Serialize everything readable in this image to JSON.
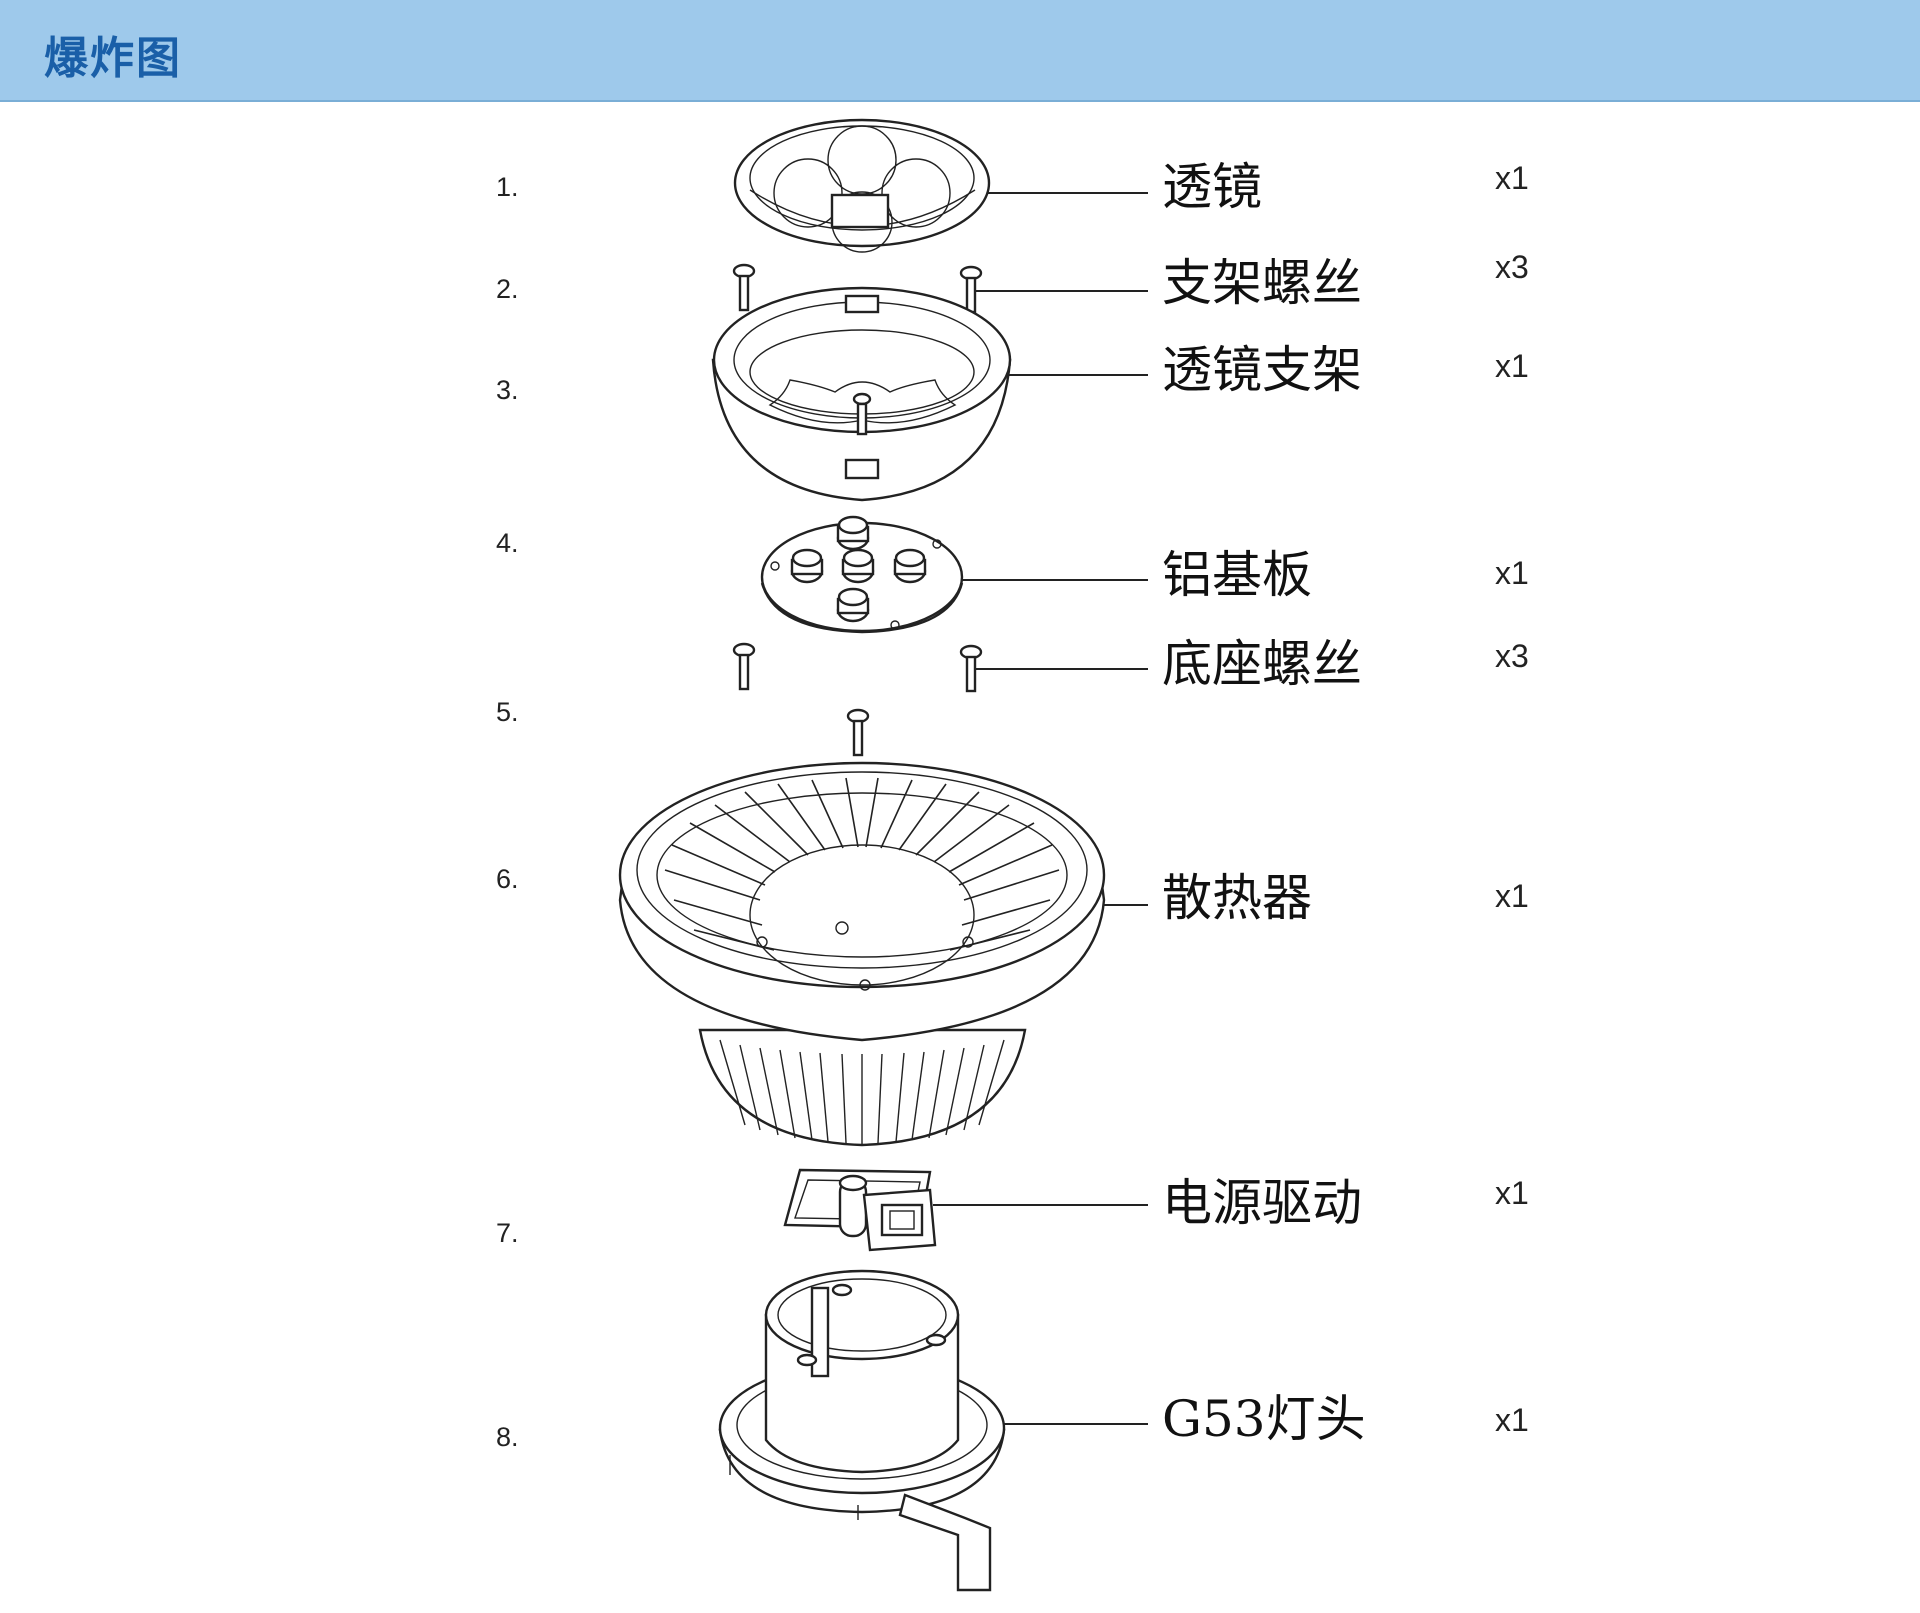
{
  "header": {
    "title": "爆炸图"
  },
  "parts": [
    {
      "num": "1.",
      "name": "透镜",
      "qty": "x1"
    },
    {
      "num": "2.",
      "name": "支架螺丝",
      "qty": "x3"
    },
    {
      "num": "3.",
      "name": "透镜支架",
      "qty": "x1"
    },
    {
      "num": "4.",
      "name": "铝基板",
      "qty": "x1"
    },
    {
      "num": "5.",
      "name": "底座螺丝",
      "qty": "x3"
    },
    {
      "num": "6.",
      "name": "散热器",
      "qty": "x1"
    },
    {
      "num": "7.",
      "name": "电源驱动",
      "qty": "x1"
    },
    {
      "num": "8.",
      "name": "G53灯头",
      "qty": "x1"
    }
  ],
  "icons": [
    "lens-icon",
    "bracket-screw-icon",
    "lens-holder-icon",
    "aluminum-board-icon",
    "base-screw-icon",
    "heat-sink-icon",
    "power-driver-icon",
    "g53-lamp-base-icon"
  ]
}
